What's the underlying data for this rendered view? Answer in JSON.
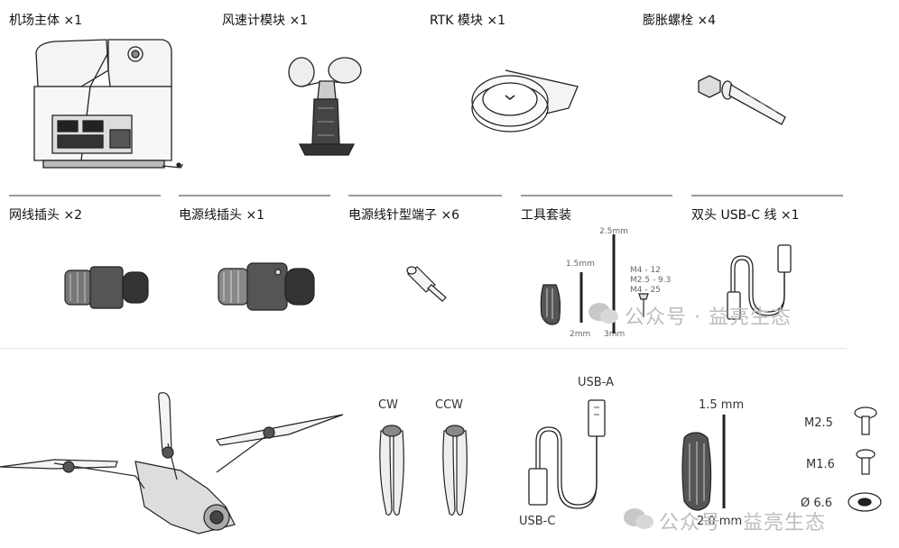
{
  "row1": {
    "items": [
      {
        "label": "机场主体 ×1"
      },
      {
        "label": "风速计模块 ×1"
      },
      {
        "label": "RTK 模块 ×1"
      },
      {
        "label": "膨胀螺栓 ×4"
      }
    ]
  },
  "row2": {
    "items": [
      {
        "label": "网线插头 ×2"
      },
      {
        "label": "电源线插头 ×1"
      },
      {
        "label": "电源线针型端子 ×6"
      },
      {
        "label": "工具套装"
      },
      {
        "label": "双头 USB-C 线 ×1"
      }
    ],
    "tools": {
      "size_top": "2.5mm",
      "size_mid": "1.5mm",
      "size_bl": "2mm",
      "size_br": "3mm",
      "screws": [
        "M4 - 12",
        "M2.5 - 9.3",
        "M4 - 25"
      ]
    }
  },
  "row3": {
    "cw": "CW",
    "ccw": "CCW",
    "usb_a": "USB-A",
    "usb_c": "USB-C",
    "screwdriver_tip": "1.5 mm",
    "screwdriver_size": "2.0 mm",
    "screws": {
      "m25": "M2.5",
      "m16": "M1.6",
      "d66": "Ø 6.6"
    }
  },
  "watermark": {
    "text": "公众号 · 益亮生态"
  }
}
